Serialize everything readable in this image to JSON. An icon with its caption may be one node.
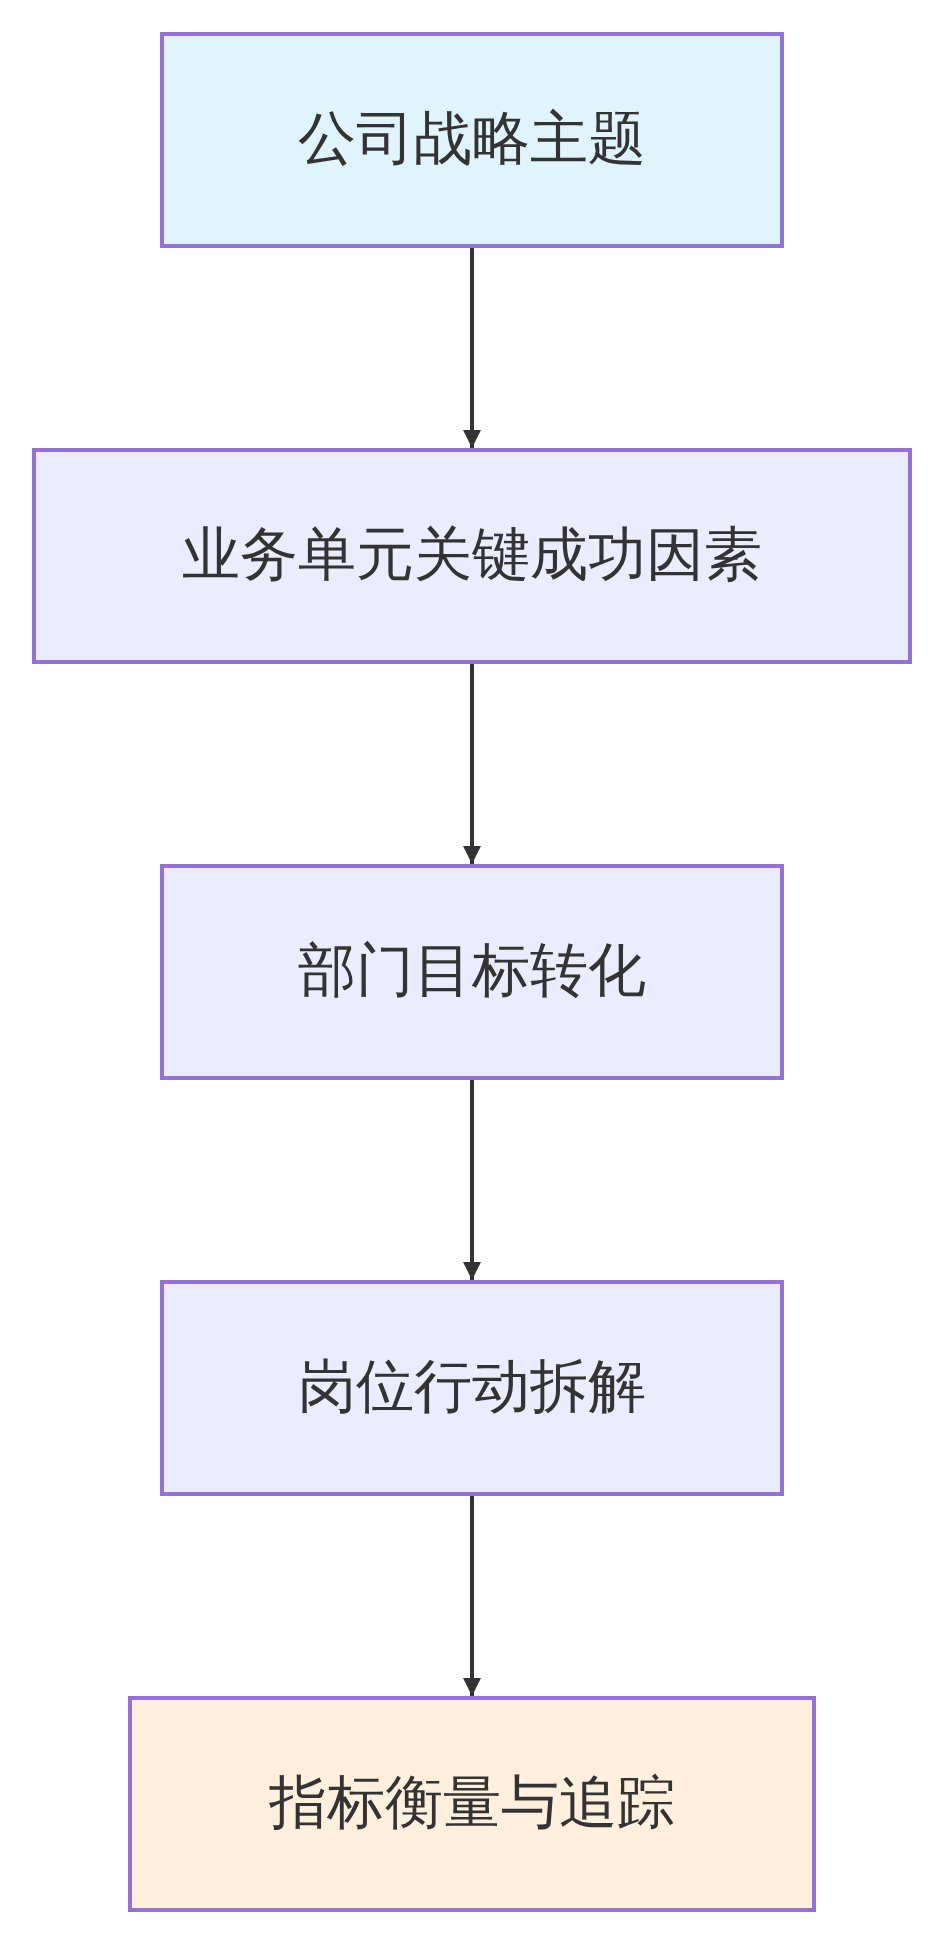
{
  "diagram": {
    "nodes": [
      {
        "text": [
          "公司战略主题"
        ]
      },
      {
        "text": [
          "业务单元关键成功因素"
        ]
      },
      {
        "text": [
          "部门目标转化"
        ]
      },
      {
        "text": [
          "岗位行动拆解"
        ]
      },
      {
        "text": [
          "指标衡量与追踪"
        ]
      }
    ],
    "edges": [
      {
        "from": 0,
        "to": 1,
        "arrow": "to"
      },
      {
        "from": 1,
        "to": 2,
        "arrow": "to"
      },
      {
        "from": 2,
        "to": 3,
        "arrow": "to"
      },
      {
        "from": 3,
        "to": 4,
        "arrow": "to"
      }
    ]
  }
}
